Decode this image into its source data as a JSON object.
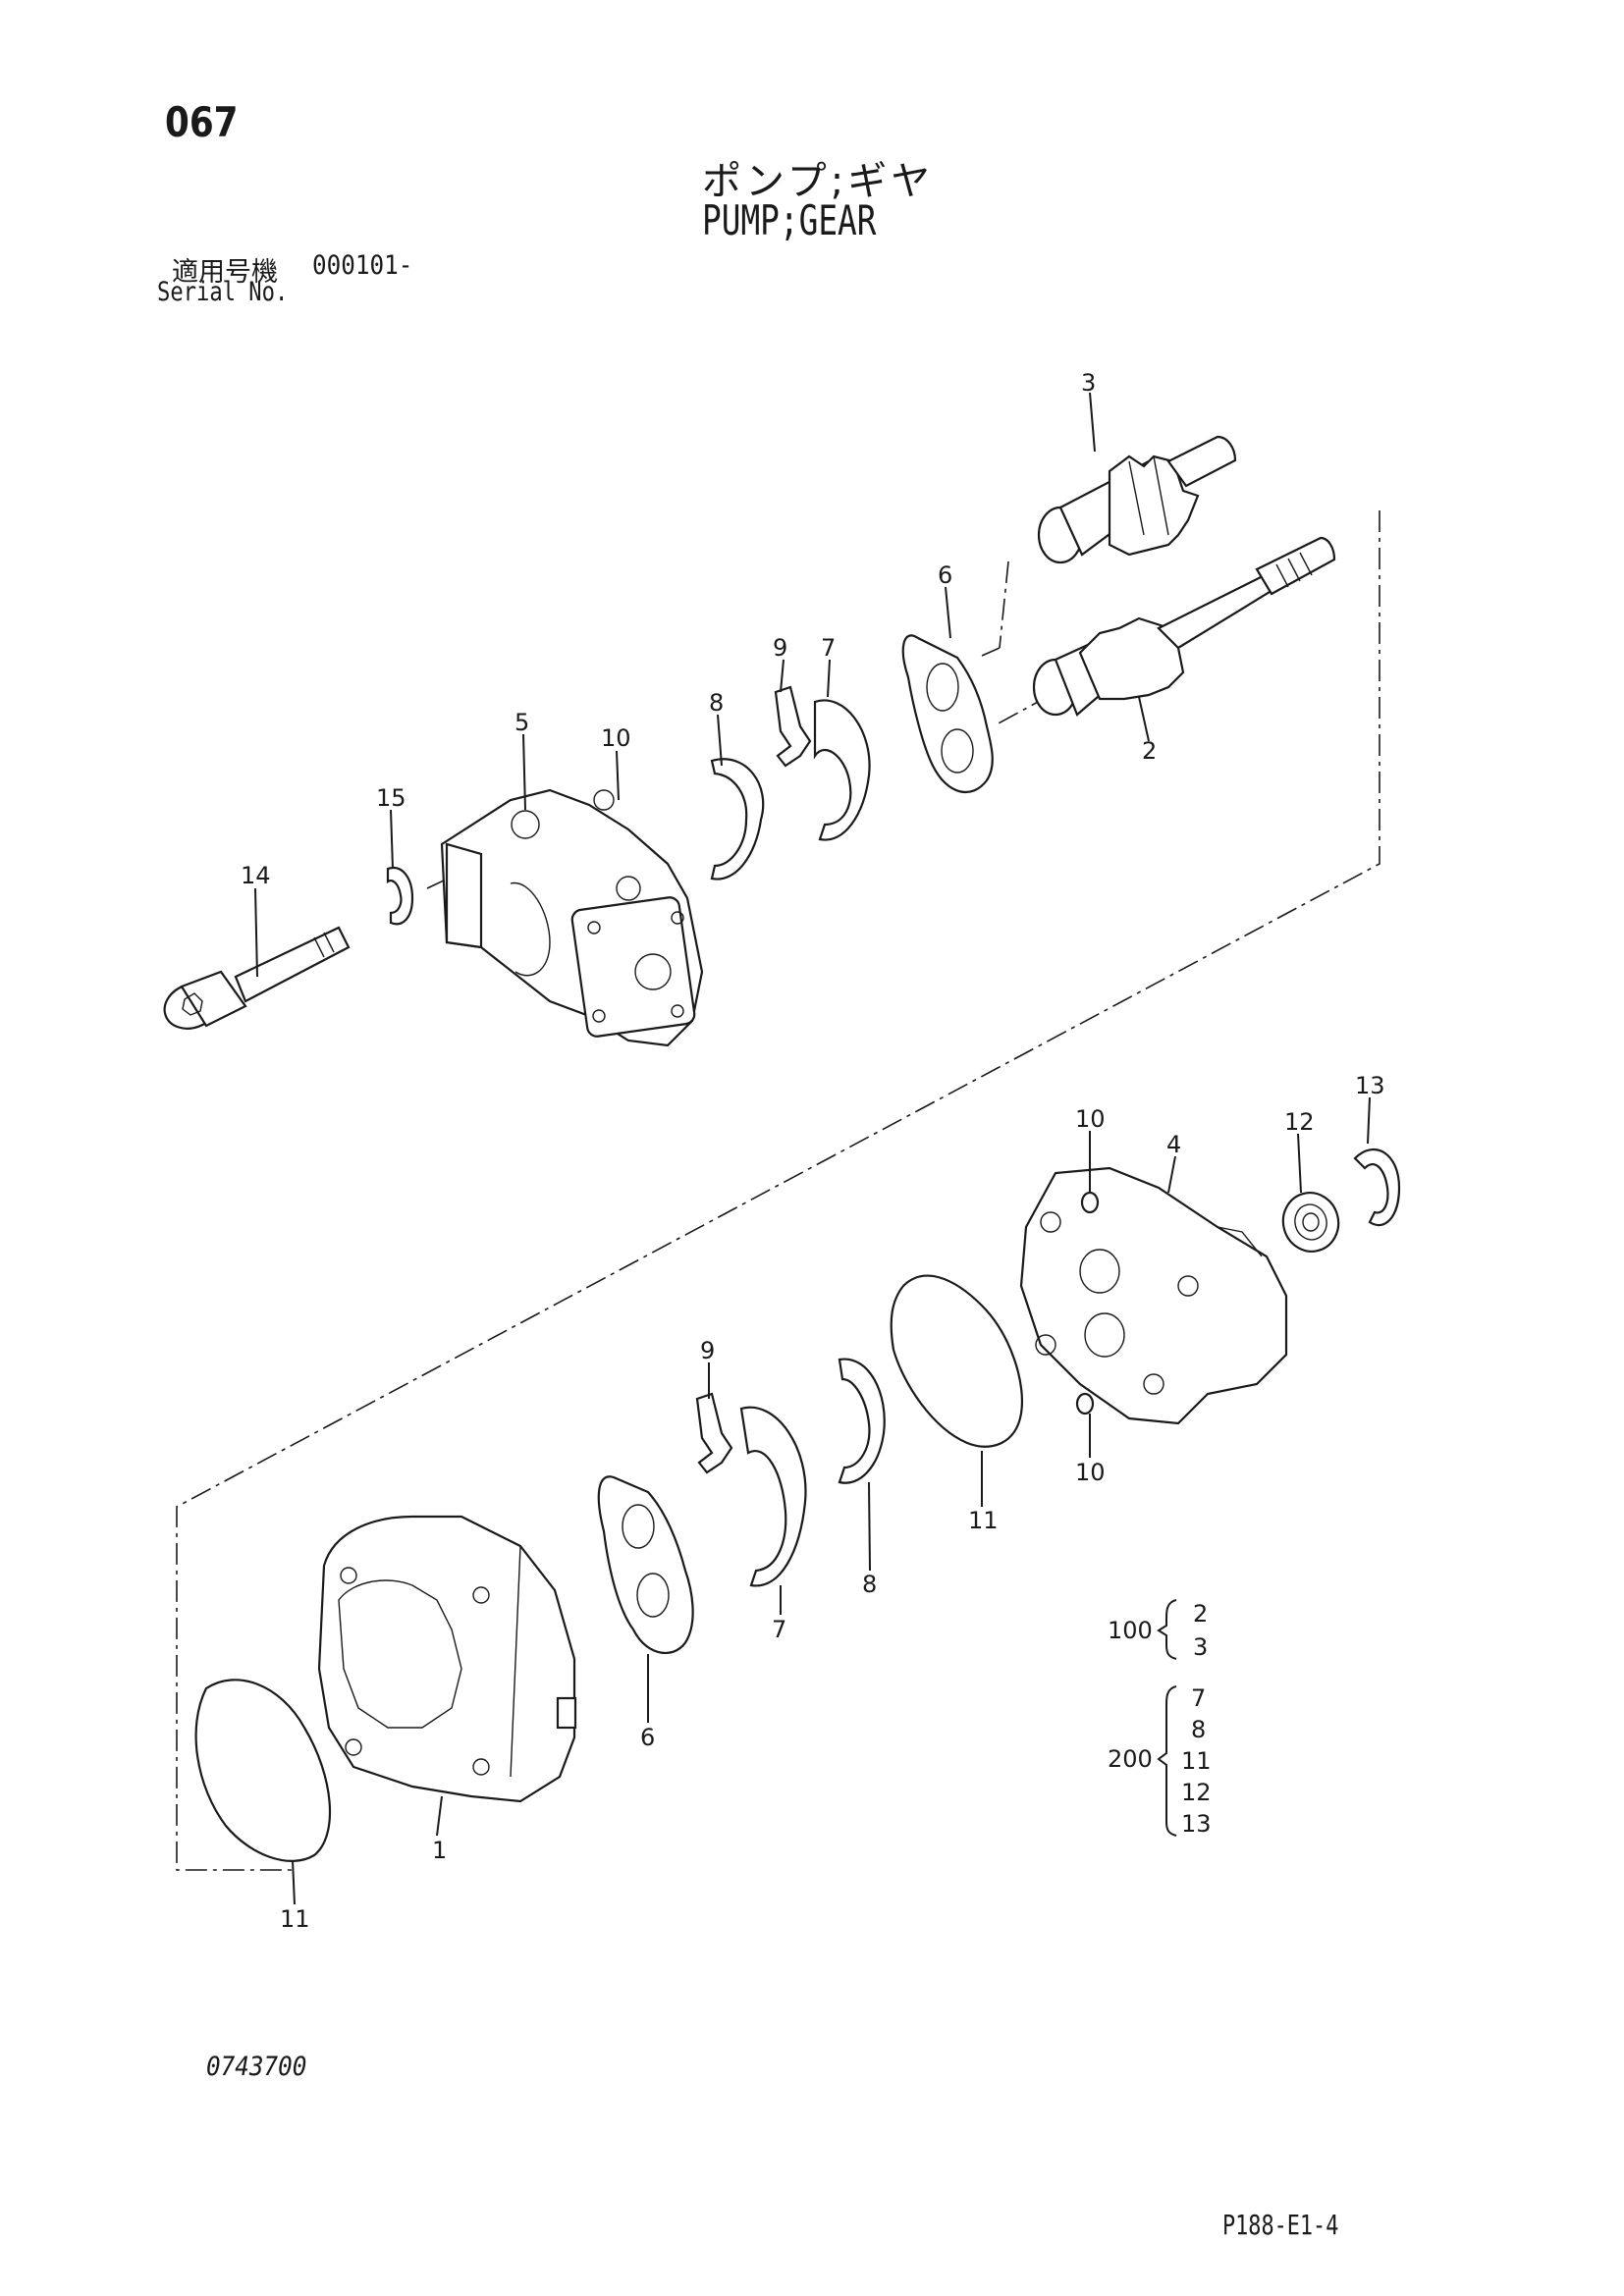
{
  "header": {
    "page_number": "067",
    "title_jp": "ポンプ;ギヤ",
    "title_en": "PUMP;GEAR",
    "serial_label_jp": "適用号機",
    "serial_value": "000101-",
    "serial_label_en": "Serial No."
  },
  "callouts": [
    {
      "id": "c3",
      "text": "3"
    },
    {
      "id": "c2",
      "text": "2"
    },
    {
      "id": "c6a",
      "text": "6"
    },
    {
      "id": "c9a",
      "text": "9"
    },
    {
      "id": "c7a",
      "text": "7"
    },
    {
      "id": "c8a",
      "text": "8"
    },
    {
      "id": "c5",
      "text": "5"
    },
    {
      "id": "c10a",
      "text": "10"
    },
    {
      "id": "c15",
      "text": "15"
    },
    {
      "id": "c14",
      "text": "14"
    },
    {
      "id": "c13",
      "text": "13"
    },
    {
      "id": "c12",
      "text": "12"
    },
    {
      "id": "c10b",
      "text": "10"
    },
    {
      "id": "c4",
      "text": "4"
    },
    {
      "id": "c10c",
      "text": "10"
    },
    {
      "id": "c9b",
      "text": "9"
    },
    {
      "id": "c11a",
      "text": "11"
    },
    {
      "id": "c8b",
      "text": "8"
    },
    {
      "id": "c7b",
      "text": "7"
    },
    {
      "id": "c6b",
      "text": "6"
    },
    {
      "id": "c1",
      "text": "1"
    },
    {
      "id": "c11b",
      "text": "11"
    }
  ],
  "kits": [
    {
      "code": "100",
      "parts": [
        "2",
        "3"
      ]
    },
    {
      "code": "200",
      "parts": [
        "7",
        "8",
        "11",
        "12",
        "13"
      ]
    }
  ],
  "footer": {
    "doc_code": "0743700",
    "figure_id": "P188-E1-4"
  }
}
